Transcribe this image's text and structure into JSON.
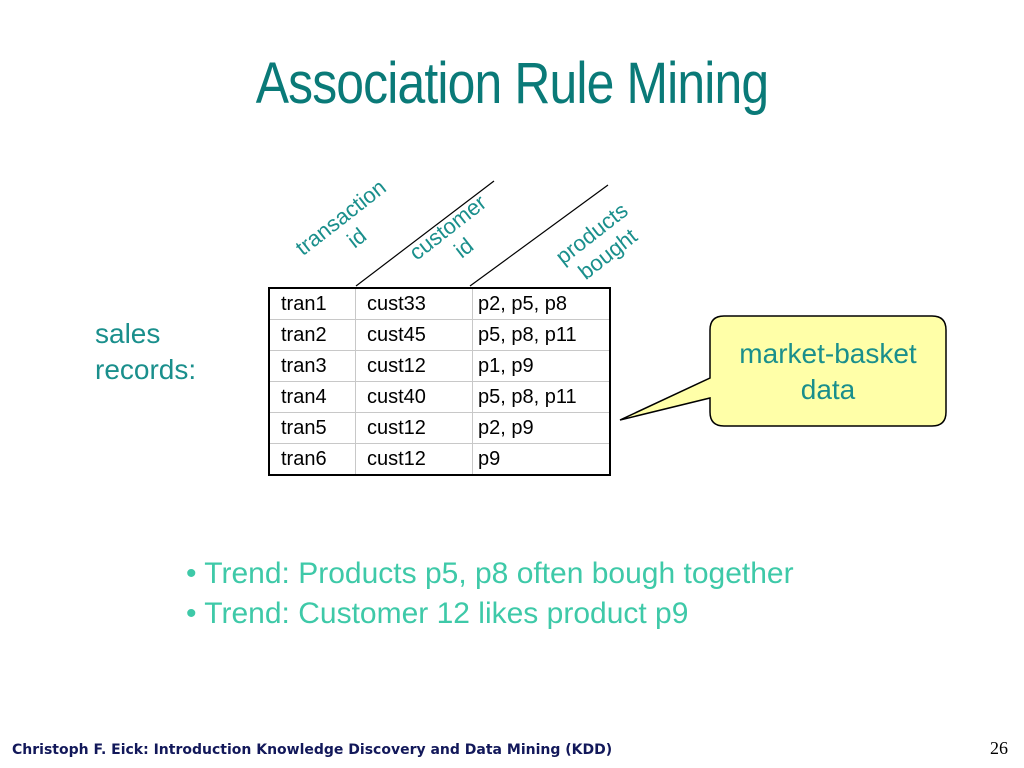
{
  "slide": {
    "title": "Association Rule Mining",
    "footer": "Christoph F. Eick: Introduction Knowledge Discovery and Data Mining (KDD)",
    "page_number": "26"
  },
  "column_labels": {
    "transaction_id": [
      "transaction",
      "id"
    ],
    "customer_id": [
      "customer",
      "id"
    ],
    "products_bought": [
      "products",
      "bought"
    ]
  },
  "sales_label": [
    "sales",
    "records:"
  ],
  "table": {
    "rows": [
      [
        "tran1",
        "cust33",
        "p2, p5, p8"
      ],
      [
        "tran2",
        "cust45",
        "p5, p8, p11"
      ],
      [
        "tran3",
        "cust12",
        "p1, p9"
      ],
      [
        "tran4",
        "cust40",
        "p5, p8, p11"
      ],
      [
        "tran5",
        "cust12",
        "p2, p9"
      ],
      [
        "tran6",
        "cust12",
        "p9"
      ]
    ]
  },
  "callout": {
    "lines": [
      "market-basket",
      "data"
    ],
    "fill": "#ffffa8"
  },
  "bullets": [
    "• Trend: Products p5, p8 often bough together",
    "• Trend: Customer 12 likes product p9"
  ],
  "colors": {
    "title": "#0a7a78",
    "label": "#1a8f8c",
    "bullet": "#3ec9a8",
    "footer": "#12185a"
  }
}
